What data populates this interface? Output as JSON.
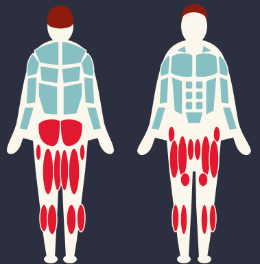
{
  "colors": {
    "background": "#2c2f3f",
    "skin": "#fbf7ec",
    "inactive_muscle": "#86c0c2",
    "active_muscle": "#e2192e",
    "hair": "#8e1c0e",
    "outline": "#fbf7ec"
  },
  "figures": [
    {
      "view": "back",
      "highlighted_groups": [
        "glutes",
        "hamstrings",
        "adductors",
        "calves"
      ],
      "inactive_groups": [
        "trapezius",
        "deltoids",
        "latissimus",
        "triceps",
        "forearms",
        "lower-back"
      ]
    },
    {
      "view": "front",
      "highlighted_groups": [
        "quadriceps",
        "adductors",
        "calves",
        "tibialis"
      ],
      "inactive_groups": [
        "pectorals",
        "deltoids",
        "biceps",
        "abdominals",
        "obliques",
        "forearms"
      ]
    }
  ]
}
